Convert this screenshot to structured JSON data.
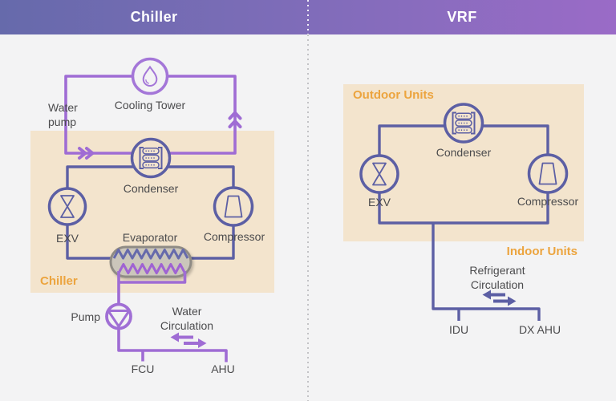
{
  "header": {
    "left_title": "Chiller",
    "right_title": "VRF"
  },
  "chiller": {
    "water_pump_line1": "Water",
    "water_pump_line2": "pump",
    "cooling_tower": "Cooling Tower",
    "condenser": "Condenser",
    "exv": "EXV",
    "evaporator": "Evaporator",
    "compressor": "Compressor",
    "box_label": "Chiller",
    "pump": "Pump",
    "water_circ_line1": "Water",
    "water_circ_line2": "Circulation",
    "fcu": "FCU",
    "ahu": "AHU"
  },
  "vrf": {
    "outdoor_units": "Outdoor Units",
    "condenser": "Condenser",
    "exv": "EXV",
    "compressor": "Compressor",
    "indoor_units": "Indoor Units",
    "refrig_circ_line1": "Refrigerant",
    "refrig_circ_line2": "Circulation",
    "idu": "IDU",
    "dx_ahu": "DX AHU"
  },
  "colors": {
    "header_gradient_left": "#666aab",
    "header_gradient_right": "#9a6bc7",
    "water_loop_purple": "#9f6cd4",
    "refrigerant_blue": "#5c5fa4",
    "panel_tan": "#f3e4cd",
    "accent_orange": "#eca43e",
    "background_gray": "#f3f3f4"
  }
}
